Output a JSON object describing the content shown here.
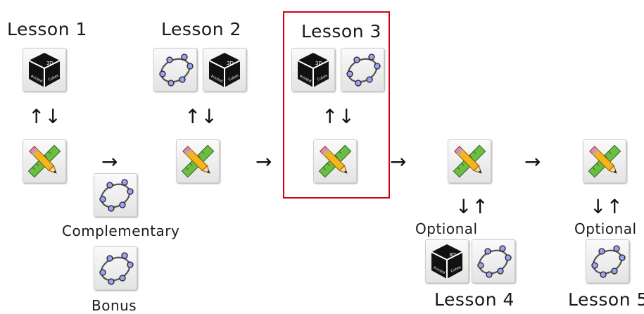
{
  "lessons": {
    "lesson1": "Lesson 1",
    "lesson2": "Lesson 2",
    "lesson3": "Lesson 3",
    "lesson4": "Lesson 4",
    "lesson5": "Lesson 5"
  },
  "labels": {
    "complementary": "Complementary",
    "bonus": "Bonus",
    "optional_a": "Optional",
    "optional_b": "Optional"
  },
  "arrows": {
    "updown": "↑↓",
    "downup": "↓↑",
    "right": "→"
  },
  "icons": {
    "cube": {
      "name": "3d-printed-cubes-icon",
      "text_3d": "3D",
      "text_printed": "Printed",
      "text_cubes": "Cubes"
    },
    "geometry": {
      "name": "geometry-ellipse-icon"
    },
    "geometry_tools": {
      "name": "ruler-pencil-icon"
    }
  },
  "colors": {
    "highlight_border": "#d0021b",
    "ellipse_point": "#9aa3f0",
    "cube_face": "#111111",
    "pencil": "#f6b51e",
    "ruler": "#6cbd45"
  }
}
